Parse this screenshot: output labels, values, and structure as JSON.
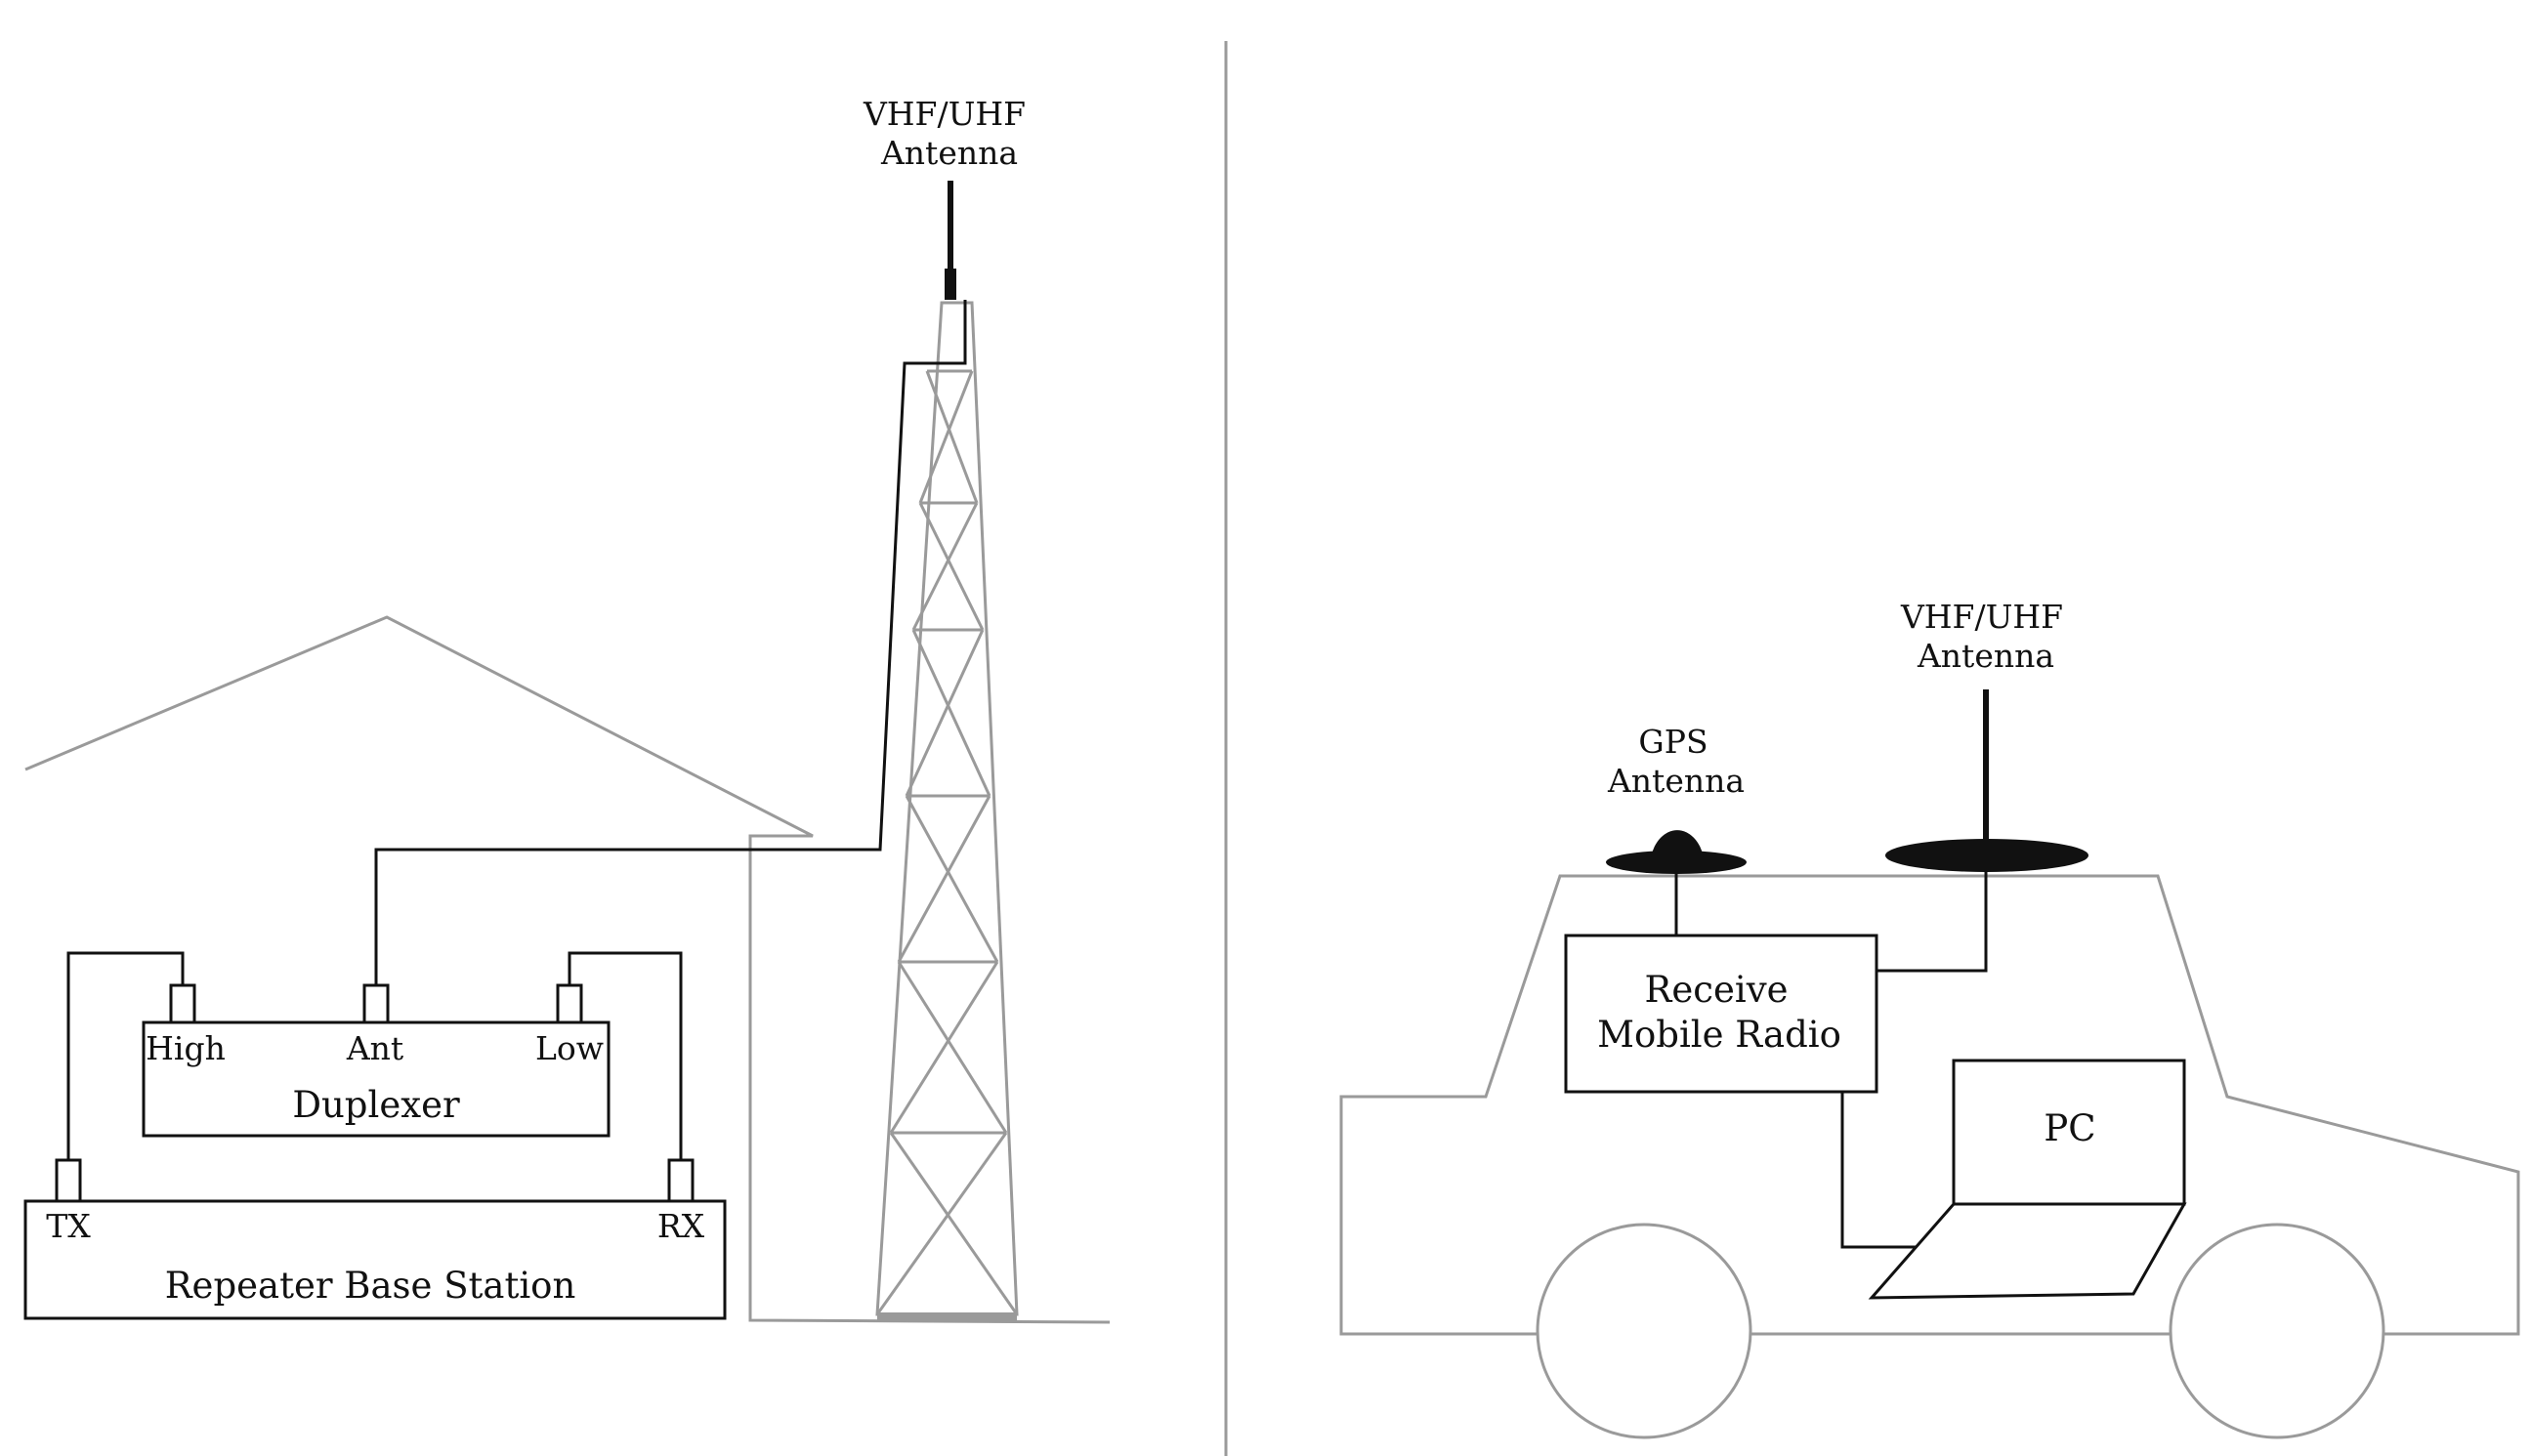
{
  "colors": {
    "line": "#9a9a9a",
    "wire": "#111111",
    "fill": "#111111"
  },
  "left_panel": {
    "antenna_label_line1": "VHF/UHF",
    "antenna_label_line2": "Antenna",
    "duplexer": {
      "title": "Duplexer",
      "port_high": "High",
      "port_ant": "Ant",
      "port_low": "Low"
    },
    "base_station": {
      "title": "Repeater Base Station",
      "port_tx": "TX",
      "port_rx": "RX"
    }
  },
  "right_panel": {
    "vhf_antenna_line1": "VHF/UHF",
    "vhf_antenna_line2": "Antenna",
    "gps_antenna_line1": "GPS",
    "gps_antenna_line2": "Antenna",
    "radio_line1": "Receive",
    "radio_line2": "Mobile Radio",
    "pc_label": "PC"
  }
}
